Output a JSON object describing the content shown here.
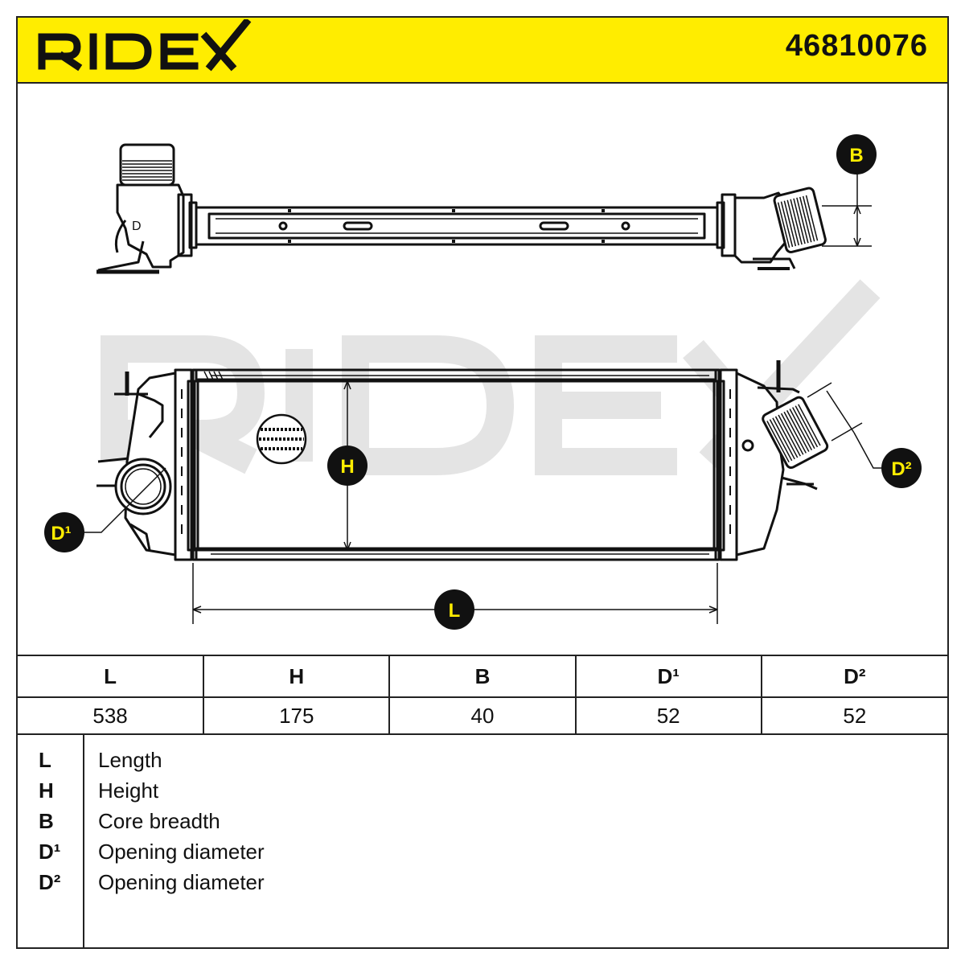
{
  "header": {
    "brand": "RIDEX",
    "part_number": "46810076",
    "background_color": "#ffed00"
  },
  "drawing": {
    "watermark": "RIDEX",
    "label_color": "#ffed00",
    "callouts": {
      "B": "B",
      "H": "H",
      "L": "L",
      "D1": "D¹",
      "D2": "D²"
    }
  },
  "dimensions": {
    "headers": [
      "L",
      "H",
      "B",
      "D¹",
      "D²"
    ],
    "values": [
      "538",
      "175",
      "40",
      "52",
      "52"
    ]
  },
  "legend": [
    {
      "symbol": "L",
      "text": "Length"
    },
    {
      "symbol": "H",
      "text": "Height"
    },
    {
      "symbol": "B",
      "text": "Core breadth"
    },
    {
      "symbol": "D¹",
      "text": "Opening diameter"
    },
    {
      "symbol": "D²",
      "text": "Opening diameter"
    }
  ]
}
